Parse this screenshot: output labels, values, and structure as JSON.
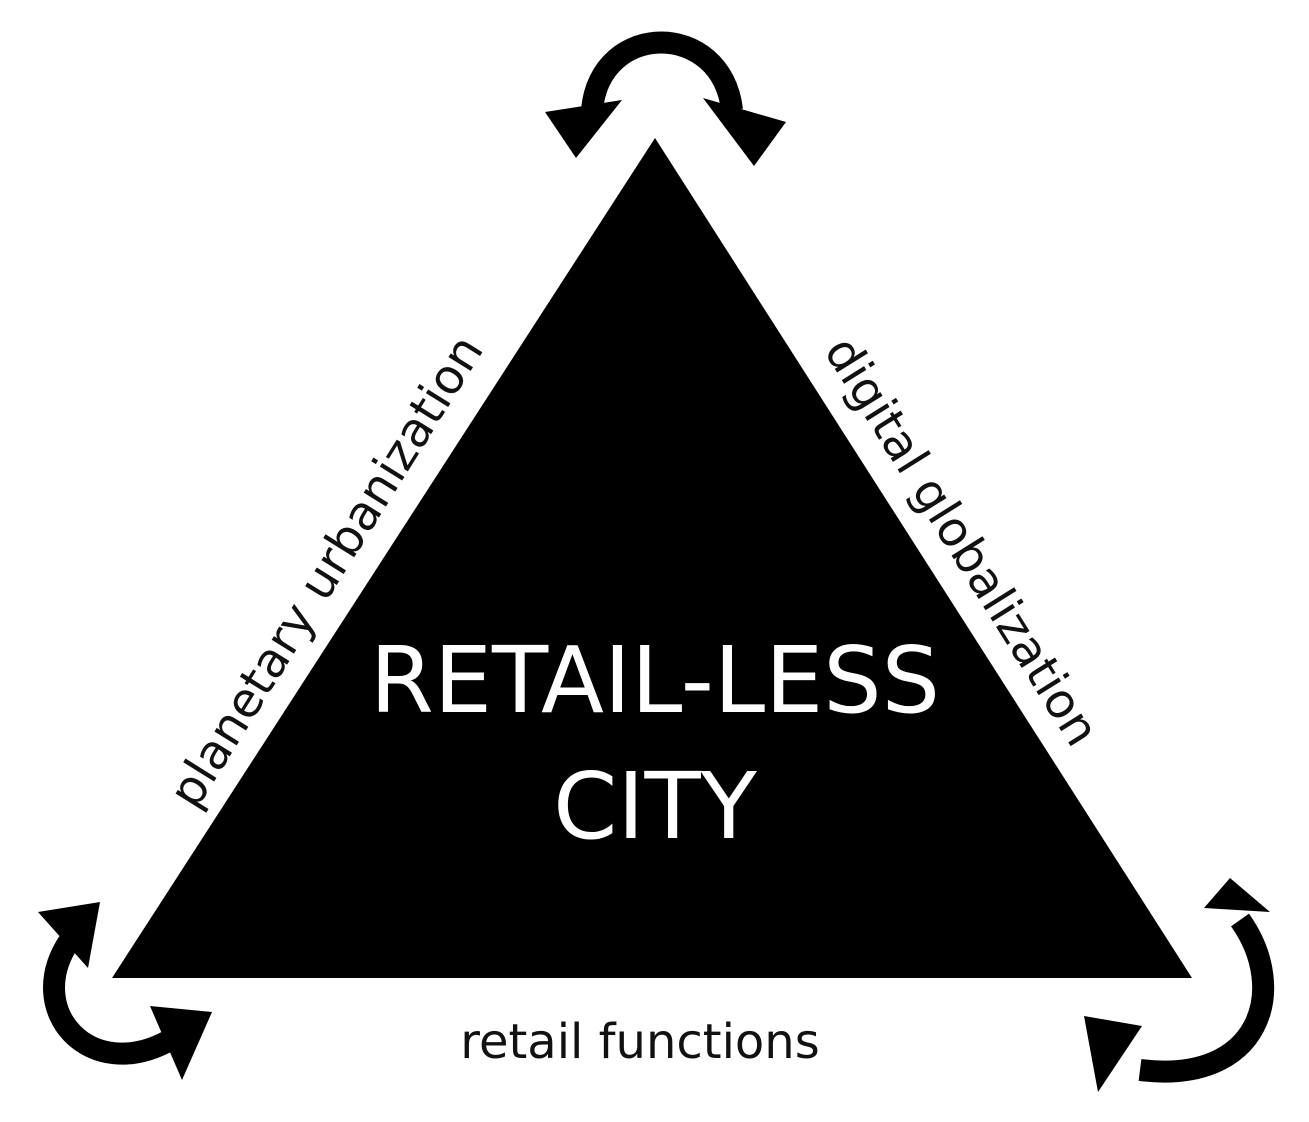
{
  "center_label": {
    "line1": "RETAIL-LESS",
    "line2": "CITY"
  },
  "sides": {
    "left": "planetary urbanization",
    "right": "digital globalization",
    "bottom": "retail functions"
  },
  "cycle_arrows": [
    {
      "name": "top-cycle-arrow-icon",
      "position": "top"
    },
    {
      "name": "bottom-left-cycle-arrow-icon",
      "position": "bottom-left"
    },
    {
      "name": "bottom-right-cycle-arrow-icon",
      "position": "bottom-right"
    }
  ],
  "colors": {
    "triangle": "#000000",
    "background": "#ffffff",
    "center_text": "#ffffff",
    "side_text": "#111111"
  }
}
